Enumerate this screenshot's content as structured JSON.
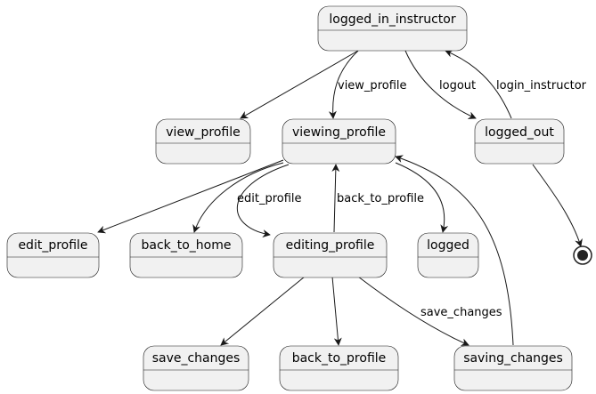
{
  "diagram": {
    "states": {
      "logged_in_instructor": "logged_in_instructor",
      "view_profile": "view_profile",
      "viewing_profile": "viewing_profile",
      "logged_out": "logged_out",
      "edit_profile": "edit_profile",
      "back_to_home": "back_to_home",
      "editing_profile": "editing_profile",
      "logged": "logged",
      "save_changes": "save_changes",
      "back_to_profile": "back_to_profile",
      "saving_changes": "saving_changes"
    },
    "transitions": {
      "view_profile": "view_profile",
      "logout": "logout",
      "login_instructor": "login_instructor",
      "edit_profile": "edit_profile",
      "back_to_profile": "back_to_profile",
      "save_changes": "save_changes"
    },
    "final_state": "final-state-icon"
  }
}
